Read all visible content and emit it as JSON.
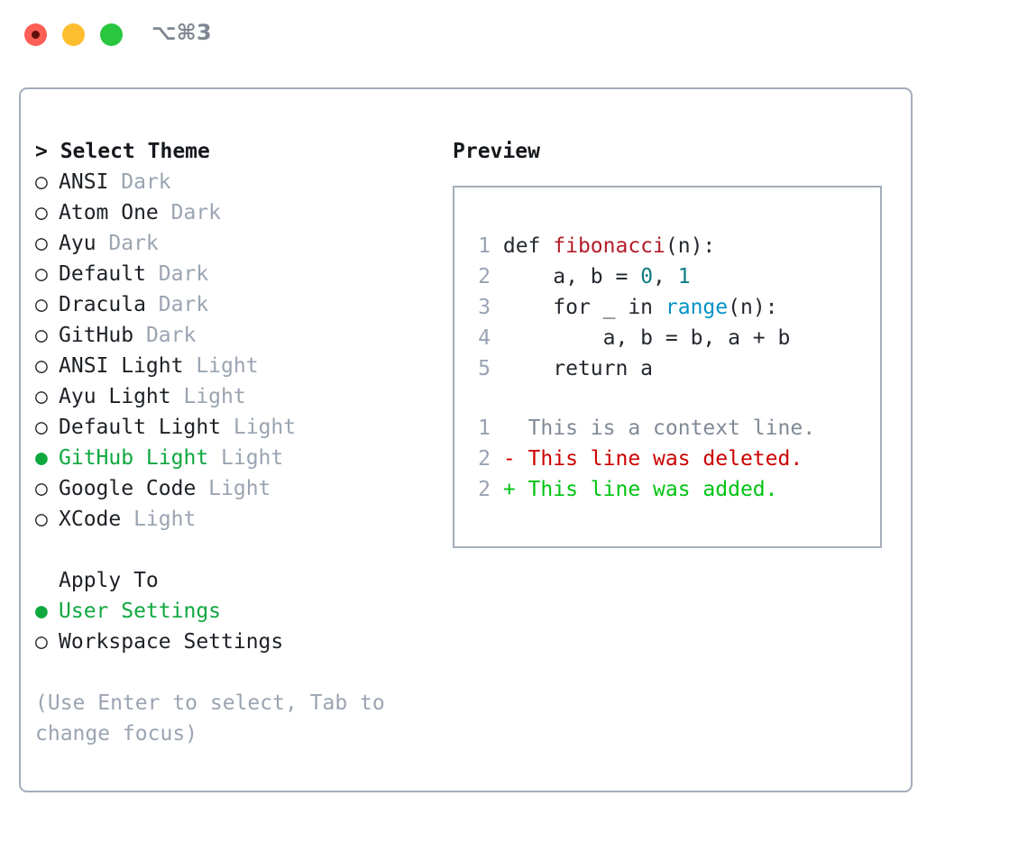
{
  "titlebar": {
    "shortcut": "⌥⌘3",
    "lights": [
      {
        "name": "close",
        "color": "#fd5e55"
      },
      {
        "name": "minimize",
        "color": "#fdbd2e"
      },
      {
        "name": "maximize",
        "color": "#29c63f"
      }
    ]
  },
  "theme_list": {
    "header": "> Select Theme",
    "selected_color": "#0fa83f",
    "items": [
      {
        "marker": "○",
        "name": "ANSI",
        "tag": "Dark",
        "selected": false
      },
      {
        "marker": "○",
        "name": "Atom One",
        "tag": "Dark",
        "selected": false
      },
      {
        "marker": "○",
        "name": "Ayu",
        "tag": "Dark",
        "selected": false
      },
      {
        "marker": "○",
        "name": "Default",
        "tag": "Dark",
        "selected": false
      },
      {
        "marker": "○",
        "name": "Dracula",
        "tag": "Dark",
        "selected": false
      },
      {
        "marker": "○",
        "name": "GitHub",
        "tag": "Dark",
        "selected": false
      },
      {
        "marker": "○",
        "name": "ANSI Light",
        "tag": "Light",
        "selected": false
      },
      {
        "marker": "○",
        "name": "Ayu Light",
        "tag": "Light",
        "selected": false
      },
      {
        "marker": "○",
        "name": "Default Light",
        "tag": "Light",
        "selected": false
      },
      {
        "marker": "●",
        "name": "GitHub Light",
        "tag": "Light",
        "selected": true
      },
      {
        "marker": "○",
        "name": "Google Code",
        "tag": "Light",
        "selected": false
      },
      {
        "marker": "○",
        "name": "XCode",
        "tag": "Light",
        "selected": false
      }
    ]
  },
  "apply_to": {
    "header": "Apply To",
    "items": [
      {
        "marker": "●",
        "name": "User Settings",
        "selected": true
      },
      {
        "marker": "○",
        "name": "Workspace Settings",
        "selected": false
      }
    ]
  },
  "hint": "(Use Enter to select, Tab to change focus)",
  "preview": {
    "title": "Preview",
    "code_lines": [
      {
        "no": "1",
        "tokens": [
          {
            "text": "def ",
            "type": "plain"
          },
          {
            "text": "fibonacci",
            "type": "fn"
          },
          {
            "text": "(n):",
            "type": "plain"
          }
        ]
      },
      {
        "no": "2",
        "tokens": [
          {
            "text": "    a, b = ",
            "type": "plain"
          },
          {
            "text": "0",
            "type": "num"
          },
          {
            "text": ", ",
            "type": "plain"
          },
          {
            "text": "1",
            "type": "num"
          }
        ]
      },
      {
        "no": "3",
        "tokens": [
          {
            "text": "    for _ in ",
            "type": "plain"
          },
          {
            "text": "range",
            "type": "call"
          },
          {
            "text": "(n):",
            "type": "plain"
          }
        ]
      },
      {
        "no": "4",
        "tokens": [
          {
            "text": "        a, b = b, a + b",
            "type": "plain"
          }
        ]
      },
      {
        "no": "5",
        "tokens": [
          {
            "text": "    return a",
            "type": "plain"
          }
        ]
      }
    ],
    "diff_lines": [
      {
        "no": "1",
        "kind": "ctx",
        "text": "  This is a context line."
      },
      {
        "no": "2",
        "kind": "del",
        "text": "- This line was deleted."
      },
      {
        "no": "2",
        "kind": "add",
        "text": "+ This line was added."
      }
    ]
  }
}
